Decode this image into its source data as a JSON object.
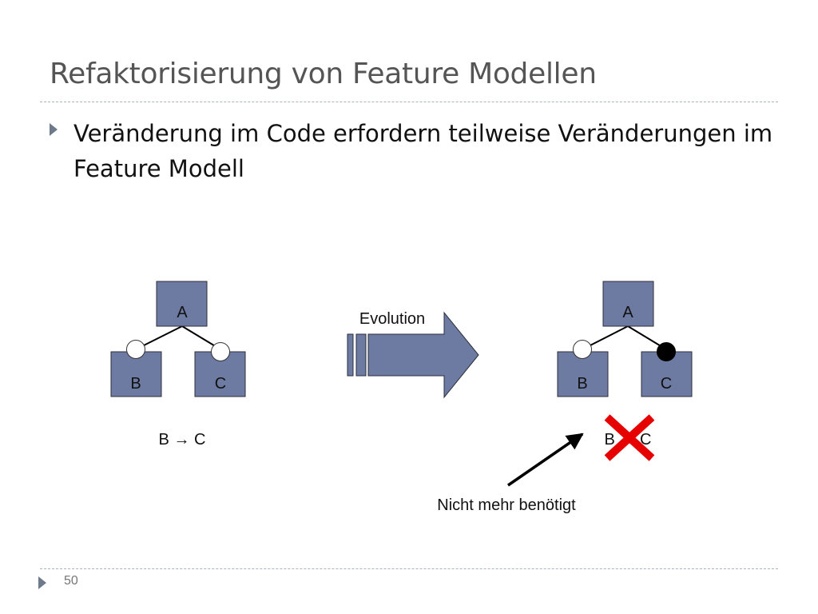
{
  "slide": {
    "title": "Refaktorisierung von Feature Modellen",
    "bullet": "Veränderung im Code erfordern teilweise Veränderungen im Feature Modell",
    "page_number": "50"
  },
  "diagram": {
    "left_model": {
      "root": "A",
      "child_left": "B",
      "child_right": "C",
      "constraint": "B → C"
    },
    "arrow_label": "Evolution",
    "right_model": {
      "root": "A",
      "child_left": "B",
      "child_right": "C",
      "constraint": "B → C"
    },
    "annotation": "Nicht mehr benötigt",
    "colors": {
      "box_fill": "#6d7aa1",
      "box_stroke": "#2b2f3a",
      "cross": "#e60000",
      "title": "#555555"
    }
  }
}
